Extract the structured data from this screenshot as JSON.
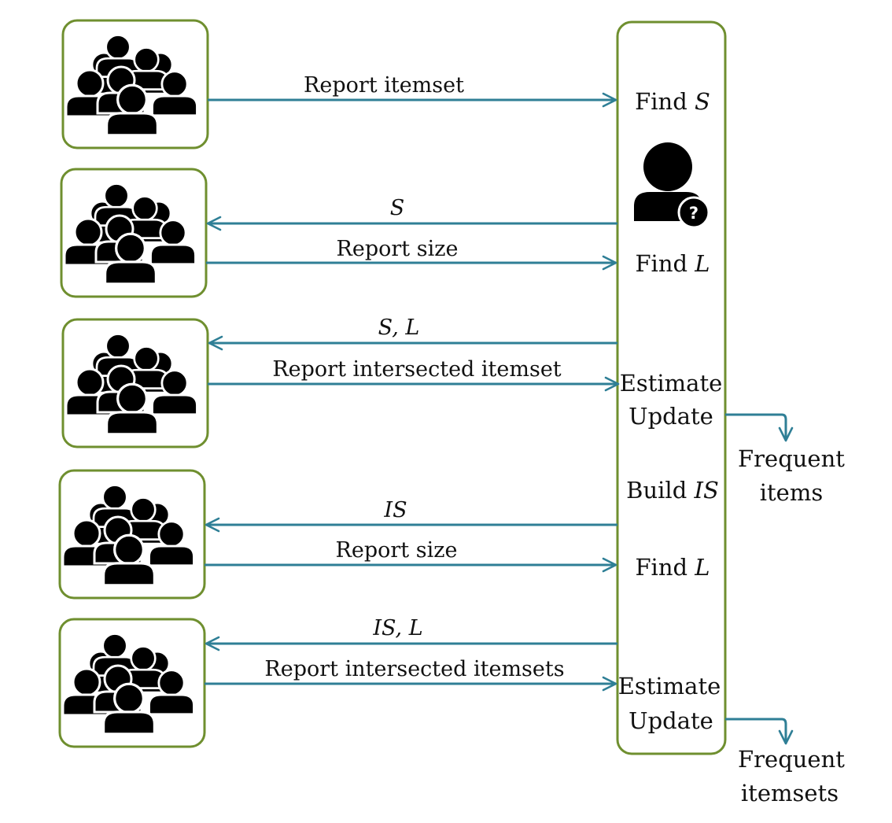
{
  "colors": {
    "box_border": "#6f8f2f",
    "arrow": "#2f7f96",
    "icon": "#000000"
  },
  "icons": {
    "group": "users-group-icon",
    "server": "user-question-icon"
  },
  "messages": [
    {
      "text": "Report itemset",
      "direction": "to-server"
    },
    {
      "text": "S",
      "direction": "to-users"
    },
    {
      "text": "Report size",
      "direction": "to-users-reply"
    },
    {
      "text": "S, L",
      "direction": "to-users"
    },
    {
      "text": "Report intersected itemset",
      "direction": "to-server"
    },
    {
      "text": "IS",
      "direction": "to-users"
    },
    {
      "text": "Report size",
      "direction": "to-server"
    },
    {
      "text": "IS, L",
      "direction": "to-users"
    },
    {
      "text": "Report intersected itemsets",
      "direction": "to-server"
    }
  ],
  "server_steps": {
    "find_s_prefix": "Find",
    "find_s_var": "S",
    "find_l1_prefix": "Find",
    "find_l1_var": "L",
    "estimate1": "Estimate",
    "update1": "Update",
    "build_prefix": "Build",
    "build_var": "IS",
    "find_l2_prefix": "Find",
    "find_l2_var": "L",
    "estimate2": "Estimate",
    "update2": "Update"
  },
  "outputs": {
    "out1_line1": "Frequent",
    "out1_line2": "items",
    "out2_line1": "Frequent",
    "out2_line2": "itemsets"
  }
}
